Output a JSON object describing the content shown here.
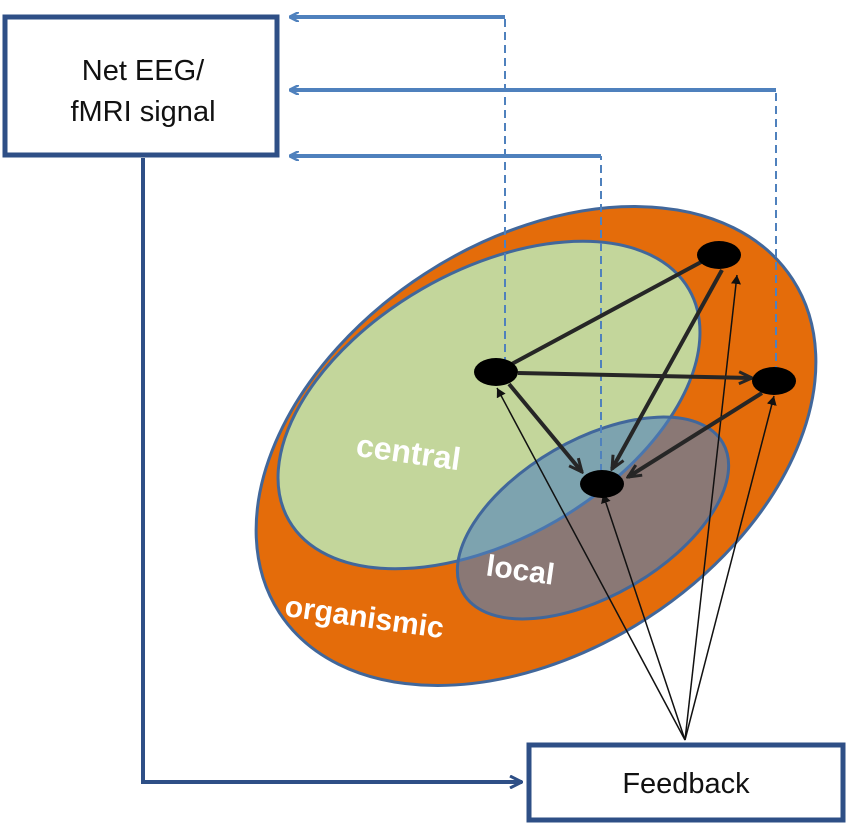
{
  "signal_box": {
    "line1": "Net EEG/",
    "line2": "fMRI signal"
  },
  "feedback_box": {
    "label": "Feedback"
  },
  "regions": {
    "central": "central",
    "local": "local",
    "organismic": "organismic"
  },
  "colors": {
    "box_border": "#2e4f86",
    "signal_arrow": "#4f81bd",
    "organismic_fill": "#e46c0a",
    "central_fill": "#c3d69b",
    "local_fill": "#4f81bd",
    "outline": "#41679b",
    "node": "#000000",
    "network_arrow": "#262626"
  }
}
